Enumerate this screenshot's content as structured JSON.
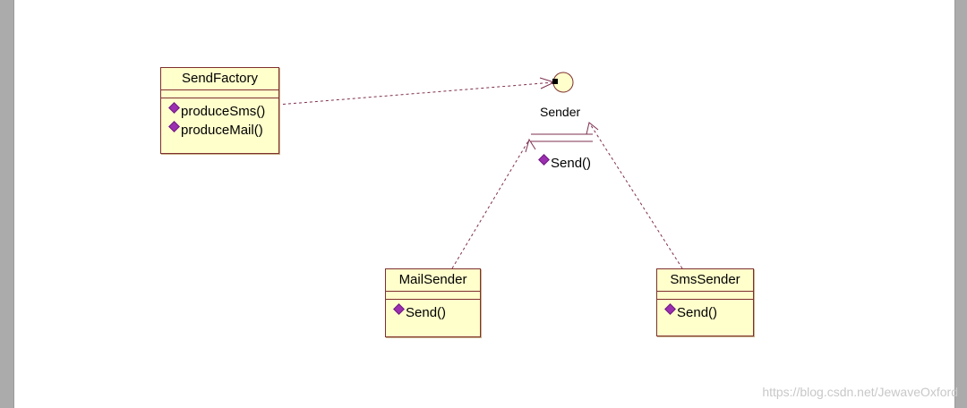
{
  "classes": {
    "send_factory": {
      "name": "SendFactory",
      "ops": [
        "produceSms()",
        "produceMail()"
      ]
    },
    "mail_sender": {
      "name": "MailSender",
      "ops": [
        "Send()"
      ]
    },
    "sms_sender": {
      "name": "SmsSender",
      "ops": [
        "Send()"
      ]
    }
  },
  "interface": {
    "name": "Sender",
    "op": "Send()"
  },
  "colors": {
    "class_fill": "#ffffcc",
    "class_border": "#7f2f2f",
    "link": "#7f2f4f",
    "operation_icon": "#9b2fb0"
  },
  "watermark": "https://blog.csdn.net/JewaveOxford"
}
